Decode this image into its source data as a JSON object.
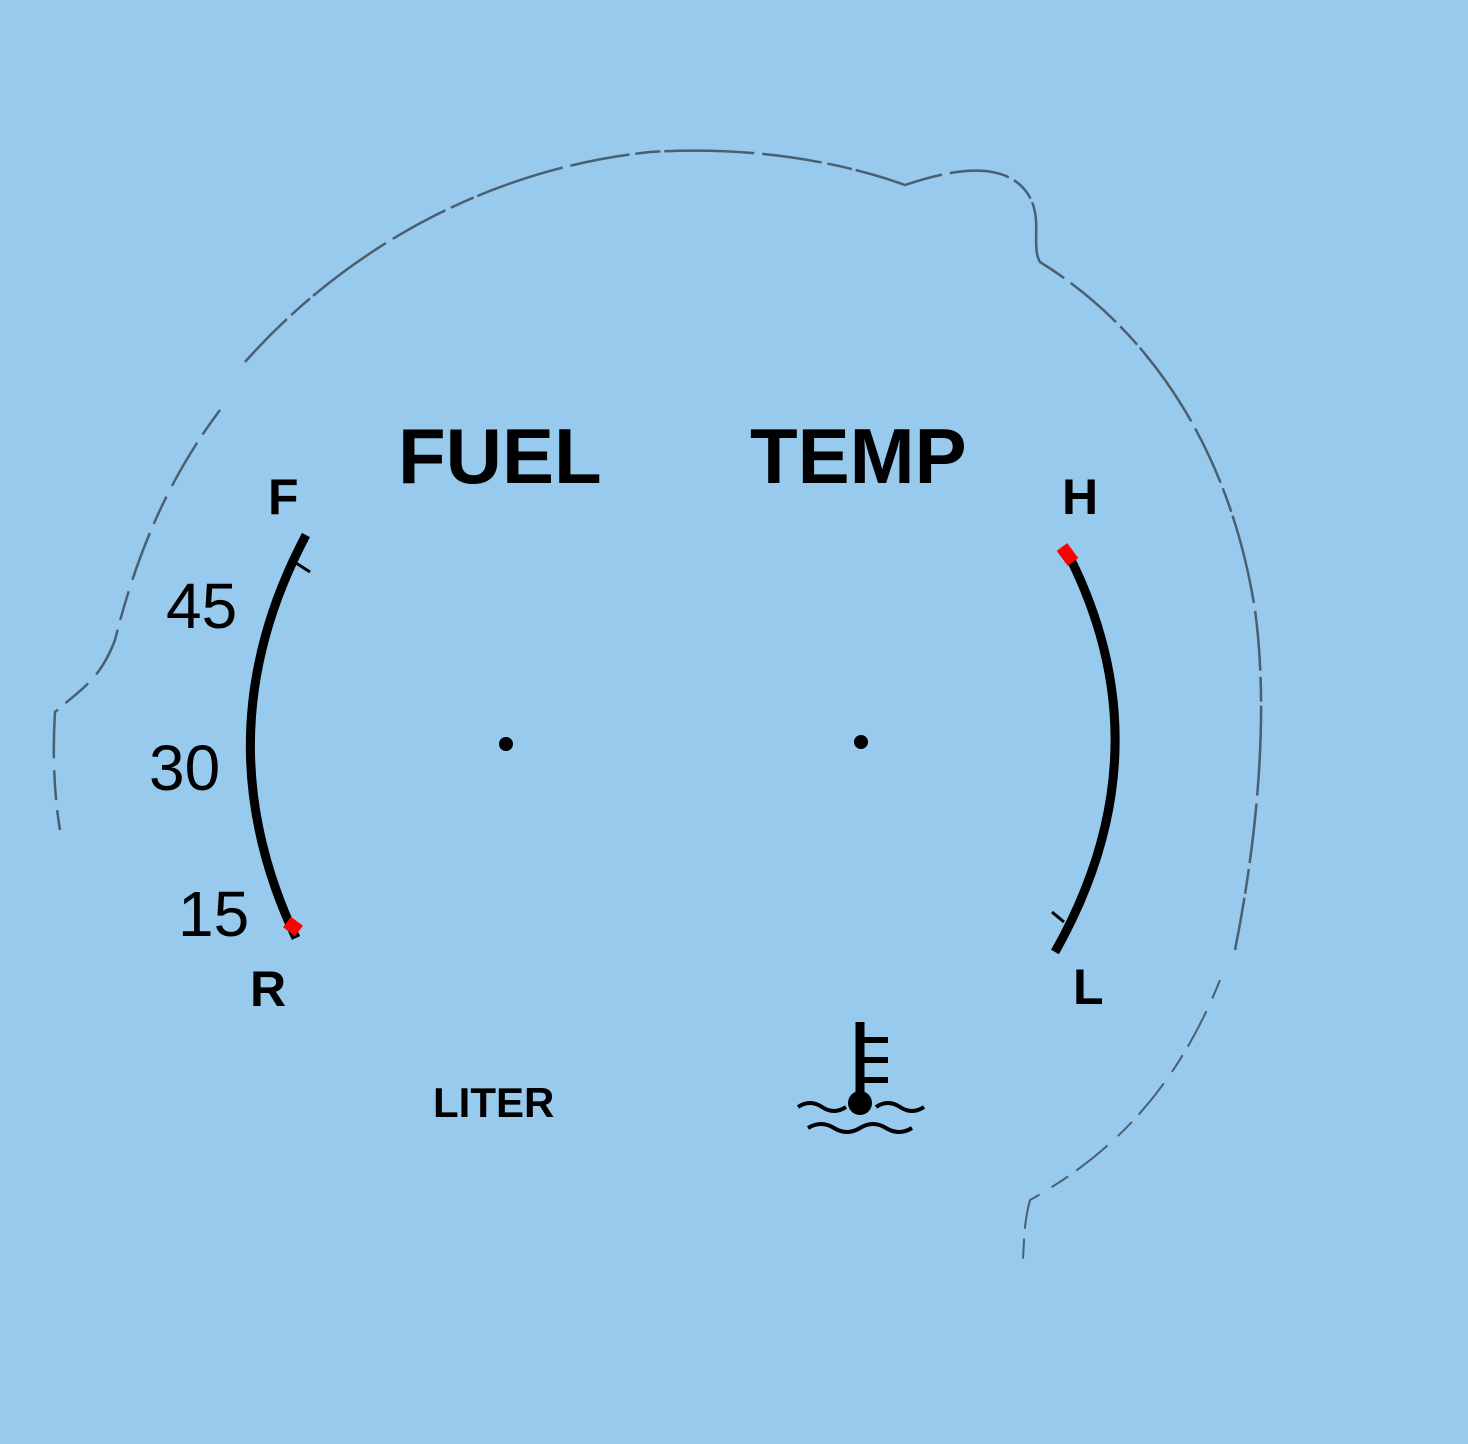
{
  "background_color": "#97caec",
  "ink_color": "#000000",
  "warning_color": "#ff0000",
  "fuel_gauge": {
    "title": "FUEL",
    "full_label": "F",
    "reserve_label": "R",
    "scale_labels": [
      "45",
      "30",
      "15"
    ],
    "unit_label": "LITER"
  },
  "temp_gauge": {
    "title": "TEMP",
    "high_label": "H",
    "low_label": "L",
    "icon": "coolant-temperature-icon"
  }
}
